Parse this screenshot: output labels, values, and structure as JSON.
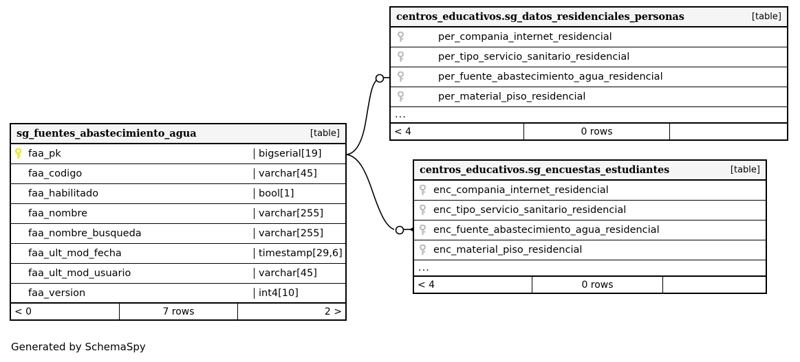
{
  "diagram": {
    "credit": "Generated by SchemaSpy",
    "background_color": "#ffffff",
    "line_color": "#000000",
    "header_background": "#f5f5f5",
    "pk_key_color": "#e8e800",
    "fk_key_color": "#bbbbbb"
  },
  "tables": {
    "fuentes": {
      "title": "sg_fuentes_abastecimiento_agua",
      "tag": "[table]",
      "columns": [
        {
          "name": "faa_pk",
          "type": "bigserial[19]",
          "key": "primary"
        },
        {
          "name": "faa_codigo",
          "type": "varchar[45]",
          "key": "none"
        },
        {
          "name": "faa_habilitado",
          "type": "bool[1]",
          "key": "none"
        },
        {
          "name": "faa_nombre",
          "type": "varchar[255]",
          "key": "none"
        },
        {
          "name": "faa_nombre_busqueda",
          "type": "varchar[255]",
          "key": "none"
        },
        {
          "name": "faa_ult_mod_fecha",
          "type": "timestamp[29,6]",
          "key": "none"
        },
        {
          "name": "faa_ult_mod_usuario",
          "type": "varchar[45]",
          "key": "none"
        },
        {
          "name": "faa_version",
          "type": "int4[10]",
          "key": "none"
        }
      ],
      "footer": {
        "left": "< 0",
        "middle": "7 rows",
        "right": "2 >"
      }
    },
    "datos_residenciales": {
      "title": "centros_educativos.sg_datos_residenciales_personas",
      "tag": "[table]",
      "columns": [
        {
          "name": "per_compania_internet_residencial",
          "key": "foreign"
        },
        {
          "name": "per_tipo_servicio_sanitario_residencial",
          "key": "foreign"
        },
        {
          "name": "per_fuente_abastecimiento_agua_residencial",
          "key": "foreign"
        },
        {
          "name": "per_material_piso_residencial",
          "key": "foreign"
        }
      ],
      "ellipsis": "...",
      "footer": {
        "left": "< 4",
        "middle": "0 rows",
        "right": ""
      }
    },
    "encuestas": {
      "title": "centros_educativos.sg_encuestas_estudiantes",
      "tag": "[table]",
      "columns": [
        {
          "name": "enc_compania_internet_residencial",
          "key": "foreign"
        },
        {
          "name": "enc_tipo_servicio_sanitario_residencial",
          "key": "foreign"
        },
        {
          "name": "enc_fuente_abastecimiento_agua_residencial",
          "key": "foreign"
        },
        {
          "name": "enc_material_piso_residencial",
          "key": "foreign"
        }
      ],
      "ellipsis": "...",
      "footer": {
        "left": "< 4",
        "middle": "0 rows",
        "right": ""
      }
    }
  },
  "relationships": [
    {
      "from_table": "sg_fuentes_abastecimiento_agua",
      "from_column": "faa_pk",
      "to_table": "centros_educativos.sg_datos_residenciales_personas",
      "to_column": "per_fuente_abastecimiento_agua_residencial",
      "cardinality": "zero-or-more"
    },
    {
      "from_table": "sg_fuentes_abastecimiento_agua",
      "from_column": "faa_pk",
      "to_table": "centros_educativos.sg_encuestas_estudiantes",
      "to_column": "enc_fuente_abastecimiento_agua_residencial",
      "cardinality": "zero-or-more"
    }
  ]
}
